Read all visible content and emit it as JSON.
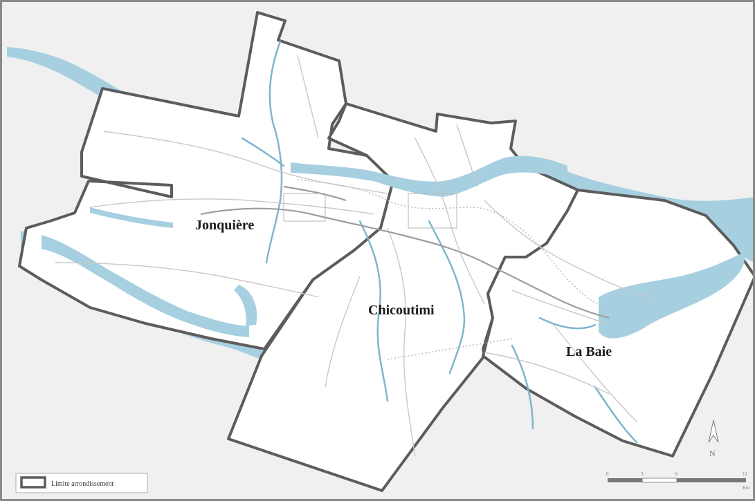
{
  "map": {
    "districts": [
      {
        "id": "jonquiere",
        "label": "Jonquière"
      },
      {
        "id": "chicoutimi",
        "label": "Chicoutimi"
      },
      {
        "id": "la-baie",
        "label": "La Baie"
      }
    ],
    "legend": {
      "label": "Limite arrondissement"
    },
    "scale_bar": {
      "ticks": [
        "0",
        "3",
        "6",
        "12"
      ],
      "unit": "Km"
    },
    "north_arrow": {
      "label": "N"
    },
    "colors": {
      "background": "#f0f0f0",
      "land": "#ffffff",
      "water": "#a6cfe0",
      "river_line": "#7fb5ce",
      "boundary": "#5c5c5c",
      "road": "#c8c8c8",
      "road_major": "#9d9d9d",
      "frame": "#8a8a8a"
    }
  }
}
